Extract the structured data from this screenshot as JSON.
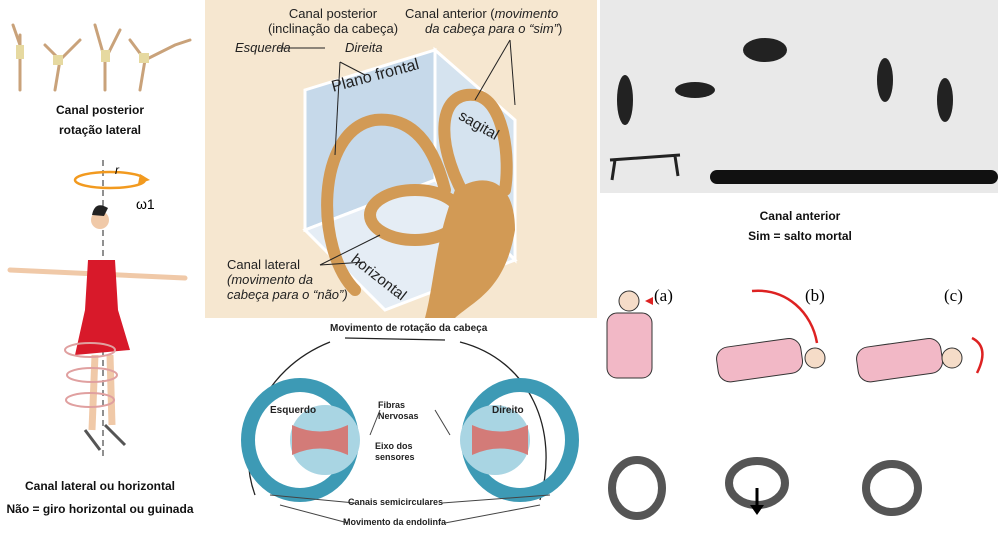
{
  "left": {
    "posterior_title": "Canal posterior",
    "posterior_sub": "rotação lateral",
    "axis_label": "r",
    "omega_label": "ω1",
    "lateral_title": "Canal lateral ou horizontal",
    "lateral_sub": "Não = giro horizontal ou guinada"
  },
  "center_top": {
    "posterior_label": "Canal posterior",
    "posterior_desc": "(inclinação da cabeça)",
    "left_word": "Esquerda",
    "right_word": "Direita",
    "anterior_label": "Canal anterior (",
    "anterior_desc_1": "movimento",
    "anterior_desc_2": "da cabeça para o “sim”",
    "anterior_close": ")",
    "plane_frontal": "Plano frontal",
    "plane_sagital": "sagital",
    "plane_horizontal": "horizontal",
    "lateral_label": "Canal lateral",
    "lateral_desc_1": "(movimento da",
    "lateral_desc_2": "cabeça para o “não”)",
    "bg_color": "#f6e7d0"
  },
  "center_bottom": {
    "title": "Movimento de rotação da cabeça",
    "left": "Esquerdo",
    "right": "Direito",
    "fibers": "Fibras Nervosas",
    "axis": "Eixo dos sensores",
    "canals": "Canais semicirculares",
    "endolymph": "Movimento da endolinfa",
    "canal_color": "#3d9ab5"
  },
  "right": {
    "anterior_title": "Canal anterior",
    "anterior_sub": "Sim = salto mortal",
    "panel_a": "(a)",
    "panel_b": "(b)",
    "panel_c": "(c)"
  }
}
